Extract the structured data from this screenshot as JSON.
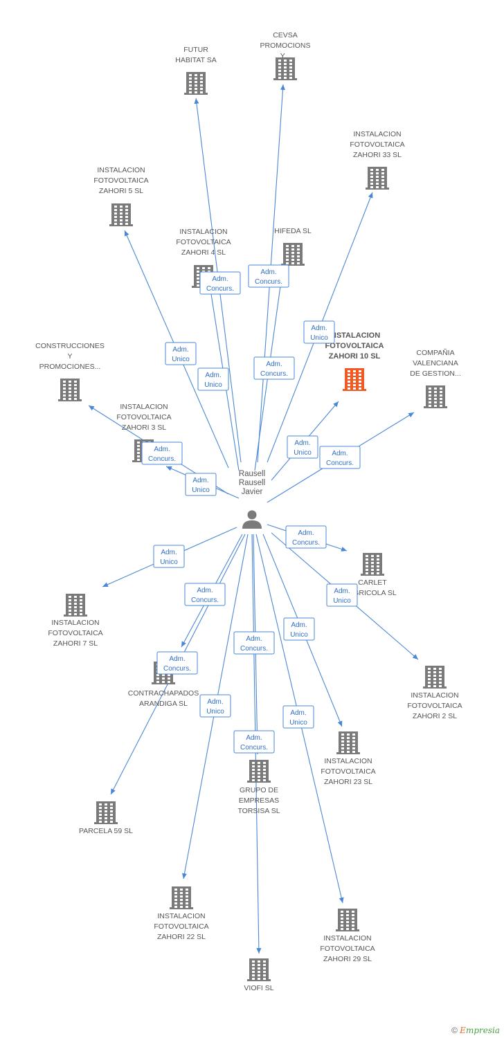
{
  "colors": {
    "edge": "#4a87d6",
    "building": "#7a7a7a",
    "highlight_building": "#f15a24",
    "person": "#7a7a7a"
  },
  "center": {
    "label": [
      "Rausell",
      "Rausell",
      "Javier"
    ],
    "icon": "person-icon"
  },
  "nodes": [
    {
      "id": "futur",
      "label": [
        "FUTUR",
        "HABITAT SA"
      ]
    },
    {
      "id": "cevsa",
      "label": [
        "CEVSA",
        "PROMOCIONS",
        "Y..."
      ]
    },
    {
      "id": "z33",
      "label": [
        "INSTALACION",
        "FOTOVOLTAICA",
        "ZAHORI 33 SL"
      ]
    },
    {
      "id": "z5",
      "label": [
        "INSTALACION",
        "FOTOVOLTAICA",
        "ZAHORI 5 SL"
      ]
    },
    {
      "id": "z4",
      "label": [
        "INSTALACION",
        "FOTOVOLTAICA",
        "ZAHORI 4 SL"
      ]
    },
    {
      "id": "hifeda",
      "label": [
        "HIFEDA SL"
      ]
    },
    {
      "id": "z10",
      "label": [
        "INSTALACION",
        "FOTOVOLTAICA",
        "ZAHORI 10 SL"
      ],
      "highlight": true
    },
    {
      "id": "construcciones",
      "label": [
        "CONSTRUCCIONES",
        "Y",
        "PROMOCIONES..."
      ]
    },
    {
      "id": "compania",
      "label": [
        "COMPAÑIA",
        "VALENCIANA",
        "DE GESTION..."
      ]
    },
    {
      "id": "z3",
      "label": [
        "INSTALACION",
        "FOTOVOLTAICA",
        "ZAHORI 3 SL"
      ]
    },
    {
      "id": "carlet",
      "label": [
        "CARLET",
        "AGRICOLA SL"
      ]
    },
    {
      "id": "z7",
      "label": [
        "INSTALACION",
        "FOTOVOLTAICA",
        "ZAHORI 7 SL"
      ]
    },
    {
      "id": "z2",
      "label": [
        "INSTALACION",
        "FOTOVOLTAICA",
        "ZAHORI 2 SL"
      ]
    },
    {
      "id": "contrachapados",
      "label": [
        "CONTRACHAPADOS",
        "ARANDIGA SL"
      ]
    },
    {
      "id": "z23",
      "label": [
        "INSTALACION",
        "FOTOVOLTAICA",
        "ZAHORI 23 SL"
      ]
    },
    {
      "id": "grupo",
      "label": [
        "GRUPO DE",
        "EMPRESAS",
        "TORSISA SL"
      ]
    },
    {
      "id": "parcela",
      "label": [
        "PARCELA 59 SL"
      ]
    },
    {
      "id": "z22",
      "label": [
        "INSTALACION",
        "FOTOVOLTAICA",
        "ZAHORI 22 SL"
      ]
    },
    {
      "id": "z29",
      "label": [
        "INSTALACION",
        "FOTOVOLTAICA",
        "ZAHORI 29 SL"
      ]
    },
    {
      "id": "viofi",
      "label": [
        "VIOFI SL"
      ]
    }
  ],
  "edges": [
    {
      "to": "futur",
      "label": [
        "Adm.",
        "Unico"
      ]
    },
    {
      "to": "cevsa",
      "label": [
        "Adm.",
        "Concurs."
      ]
    },
    {
      "to": "z33",
      "label": [
        "Adm.",
        "Unico"
      ]
    },
    {
      "to": "z5",
      "label": [
        "Adm.",
        "Unico"
      ]
    },
    {
      "to": "z4",
      "label": [
        "Adm.",
        "Concurs."
      ]
    },
    {
      "to": "hifeda",
      "label": [
        "Adm.",
        "Concurs."
      ]
    },
    {
      "to": "z10",
      "label": [
        "Adm.",
        "Unico"
      ]
    },
    {
      "to": "construcciones",
      "label": [
        "Adm.",
        "Concurs."
      ]
    },
    {
      "to": "compania",
      "label": [
        "Adm.",
        "Concurs."
      ]
    },
    {
      "to": "z3",
      "label": [
        "Adm.",
        "Unico"
      ]
    },
    {
      "to": "carlet",
      "label": [
        "Adm.",
        "Concurs."
      ]
    },
    {
      "to": "z7",
      "label": [
        "Adm.",
        "Unico"
      ]
    },
    {
      "to": "z2",
      "label": [
        "Adm.",
        "Unico"
      ]
    },
    {
      "to": "contrachapados",
      "label": [
        "Adm.",
        "Concurs."
      ]
    },
    {
      "to": "z23",
      "label": [
        "Adm.",
        "Unico"
      ]
    },
    {
      "to": "grupo",
      "label": [
        "Adm.",
        "Concurs."
      ]
    },
    {
      "to": "parcela",
      "label": [
        "Adm.",
        "Concurs."
      ]
    },
    {
      "to": "z22",
      "label": [
        "Adm.",
        "Unico"
      ]
    },
    {
      "to": "z29",
      "label": [
        "Adm.",
        "Unico"
      ]
    },
    {
      "to": "viofi",
      "label": [
        "Adm.",
        "Concurs."
      ]
    }
  ],
  "footer": {
    "copyright": "©",
    "brand_first": "E",
    "brand_rest": "mpresia"
  }
}
